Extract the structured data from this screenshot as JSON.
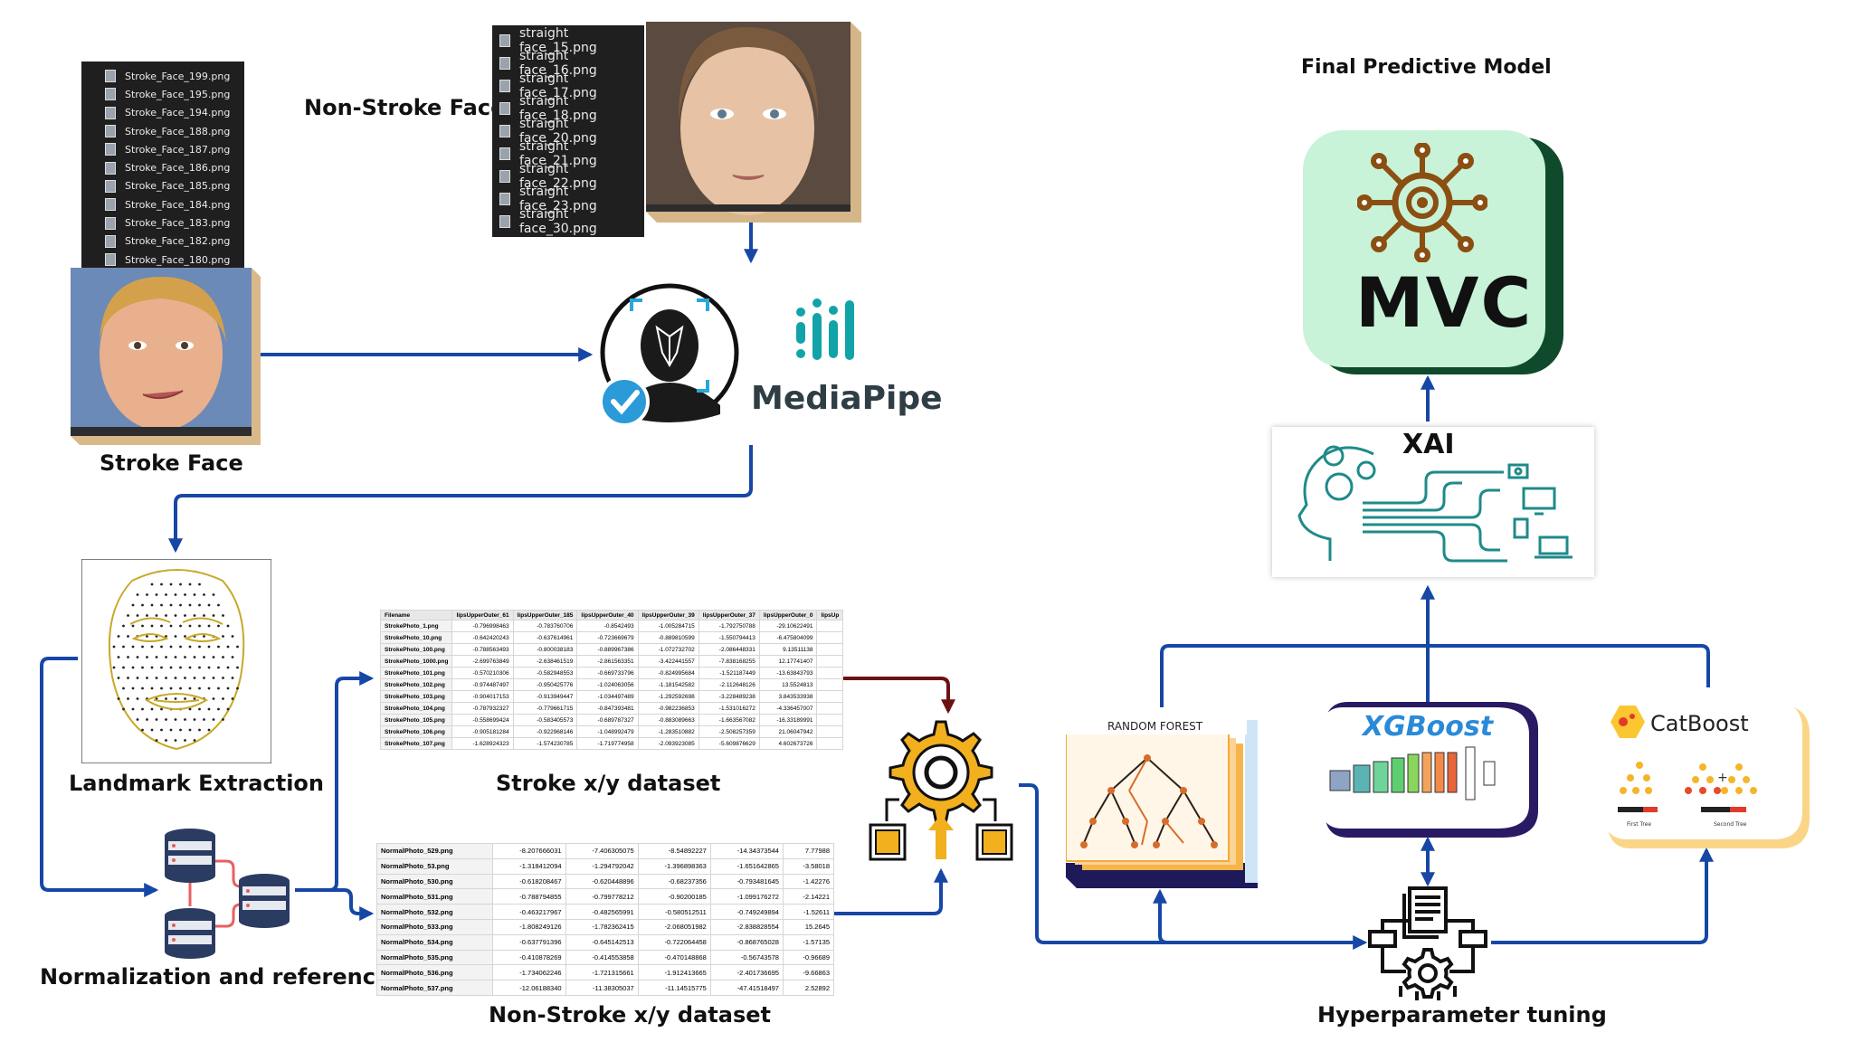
{
  "labels": {
    "non_stroke_face": "Non-Stroke Face",
    "stroke_face": "Stroke Face",
    "landmark_extraction": "Landmark Extraction",
    "normalization": "Normalization  and referencing",
    "stroke_dataset": "Stroke x/y dataset",
    "non_stroke_dataset": "Non-Stroke x/y dataset",
    "hyperparameter_tuning": "Hyperparameter tuning",
    "final_model": "Final Predictive Model",
    "mediapipe": "MediaPipe",
    "mvc": "MVC",
    "xai": "XAI",
    "random_forest": "RANDOM FOREST",
    "xgboost": "XGBoost",
    "catboost": "CatBoost",
    "first_tree": "First Tree",
    "second_tree": "Second Tree"
  },
  "stroke_files": [
    "Stroke_Face_199.png",
    "Stroke_Face_195.png",
    "Stroke_Face_194.png",
    "Stroke_Face_188.png",
    "Stroke_Face_187.png",
    "Stroke_Face_186.png",
    "Stroke_Face_185.png",
    "Stroke_Face_184.png",
    "Stroke_Face_183.png",
    "Stroke_Face_182.png",
    "Stroke_Face_180.png"
  ],
  "straight_files": [
    "straight face_15.png",
    "straight face_16.png",
    "straight face_17.png",
    "straight face_18.png",
    "straight face_20.png",
    "straight face_21.png",
    "straight face_22.png",
    "straight face_23.png",
    "straight face_30.png"
  ],
  "stroke_table": {
    "headers": [
      "Filename",
      "lipsUpperOuter_61",
      "lipsUpperOuter_185",
      "lipsUpperOuter_40",
      "lipsUpperOuter_39",
      "lipsUpperOuter_37",
      "lipsUpperOuter_0",
      "lipsUp"
    ],
    "rows": [
      [
        "StrokePhoto_1.png",
        "-0.796998463",
        "-0.783760706",
        "-0.8542493",
        "-1.005284715",
        "-1.792750788",
        "-29.10622491",
        ""
      ],
      [
        "StrokePhoto_10.png",
        "-0.642420243",
        "-0.637614961",
        "-0.723669679",
        "-0.889810599",
        "-1.550794413",
        "-6.475804099",
        ""
      ],
      [
        "StrokePhoto_100.png",
        "-0.788563493",
        "-0.800038183",
        "-0.889967386",
        "-1.072732702",
        "-2.086448331",
        "9.13511138",
        ""
      ],
      [
        "StrokePhoto_1000.png",
        "-2.699763849",
        "-2.638461519",
        "-2.861563351",
        "-3.422441557",
        "-7.838168255",
        "12.17741407",
        ""
      ],
      [
        "StrokePhoto_101.png",
        "-0.570210306",
        "-0.582948553",
        "-0.669733796",
        "-0.824995684",
        "-1.521187449",
        "-13.63843793",
        ""
      ],
      [
        "StrokePhoto_102.png",
        "-0.974487497",
        "-0.950425776",
        "-1.024063056",
        "-1.181542582",
        "-2.112648126",
        "13.5524813",
        ""
      ],
      [
        "StrokePhoto_103.png",
        "-0.904017153",
        "-0.913949447",
        "-1.034497489",
        "-1.292592698",
        "-3.228489238",
        "3.843533938",
        ""
      ],
      [
        "StrokePhoto_104.png",
        "-0.787932327",
        "-0.779661715",
        "-0.847393481",
        "-0.982236853",
        "-1.531016272",
        "-4.336457007",
        ""
      ],
      [
        "StrokePhoto_105.png",
        "-0.558699424",
        "-0.583405573",
        "-0.689787327",
        "-0.883089663",
        "-1.663567082",
        "-16.33189991",
        ""
      ],
      [
        "StrokePhoto_106.png",
        "-0.905181284",
        "-0.922968146",
        "-1.048992479",
        "-1.283510882",
        "-2.508257359",
        "21.06047942",
        ""
      ],
      [
        "StrokePhoto_107.png",
        "-1.628924323",
        "-1.574230785",
        "-1.719774958",
        "-2.093923085",
        "-5.609876629",
        "4.602673726",
        ""
      ]
    ]
  },
  "normal_table": {
    "rows": [
      [
        "NormalPhoto_529.png",
        "-8.207666031",
        "-7.406305075",
        "-8.54892227",
        "-14.34373544",
        "7.77988"
      ],
      [
        "NormalPhoto_53.png",
        "-1.318412094",
        "-1.294792042",
        "-1.396898363",
        "-1.651642865",
        "-3.58018"
      ],
      [
        "NormalPhoto_530.png",
        "-0.618208467",
        "-0.620448896",
        "-0.68237356",
        "-0.793481645",
        "-1.42276"
      ],
      [
        "NormalPhoto_531.png",
        "-0.788794855",
        "-0.799778212",
        "-0.90200185",
        "-1.099176272",
        "-2.14221"
      ],
      [
        "NormalPhoto_532.png",
        "-0.463217967",
        "-0.482565991",
        "-0.580512511",
        "-0.749249894",
        "-1.52611"
      ],
      [
        "NormalPhoto_533.png",
        "-1.808249126",
        "-1.782362415",
        "-2.068051982",
        "-2.838828554",
        "15.2645"
      ],
      [
        "NormalPhoto_534.png",
        "-0.637791396",
        "-0.645142513",
        "-0.722064458",
        "-0.868765028",
        "-1.57135"
      ],
      [
        "NormalPhoto_535.png",
        "-0.410878269",
        "-0.414553858",
        "-0.470148868",
        "-0.56743578",
        "-0.96689"
      ],
      [
        "NormalPhoto_536.png",
        "-1.734062246",
        "-1.721315661",
        "-1.912413665",
        "-2.401736695",
        "-9.66863"
      ],
      [
        "NormalPhoto_537.png",
        "-12.06188340",
        "-11.38305037",
        "-11.14515775",
        "-47.41518497",
        "2.52892"
      ]
    ]
  },
  "colors": {
    "arrow_blue": "#1747a6",
    "arrow_dark_red": "#6e1111",
    "mvc_bg": "#c8f3d9",
    "mvc_shadow": "#0e4a2b",
    "gear_gold": "#f2b01e",
    "gear_brown": "#8b4f12",
    "mediapipe_teal": "#12a3a8",
    "xgb_blue": "#2a8ad8",
    "catboost_orange": "#fbc630"
  },
  "icons": [
    "face-id-icon",
    "checkmark-badge-icon",
    "mediapipe-logo-icon",
    "database-icon",
    "gear-process-icon",
    "document-network-icon",
    "neural-network-icon",
    "head-gears-icon",
    "monitor-icon",
    "tablet-icon",
    "laptop-icon",
    "camera-icon"
  ]
}
